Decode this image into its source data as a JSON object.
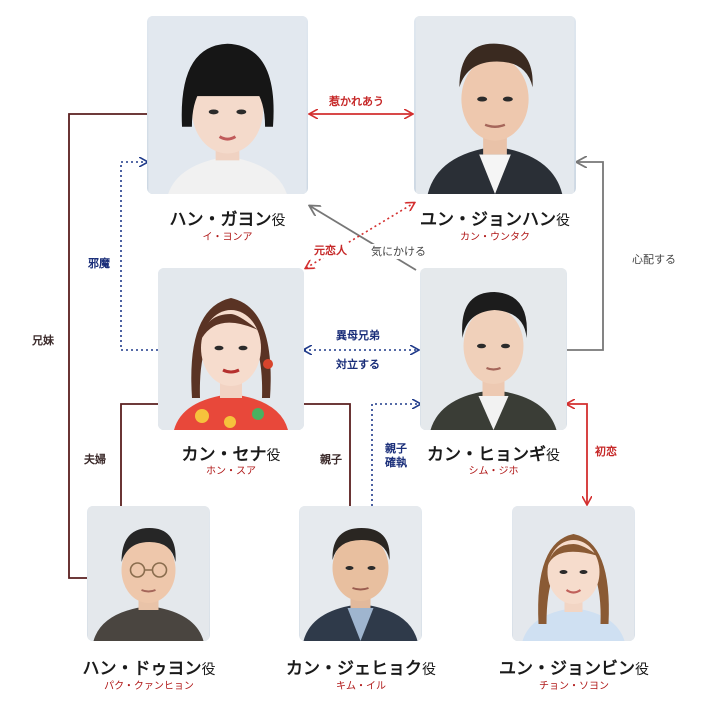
{
  "characters": [
    {
      "id": "gayon",
      "name": "ハン・ガヨン",
      "role": "役",
      "actor": "イ・ヨンア"
    },
    {
      "id": "jonghan",
      "name": "ユン・ジョンハン",
      "role": "役",
      "actor": "カン・ウンタク"
    },
    {
      "id": "sena",
      "name": "カン・セナ",
      "role": "役",
      "actor": "ホン・スア"
    },
    {
      "id": "hyongi",
      "name": "カン・ヒョンギ",
      "role": "役",
      "actor": "シム・ジホ"
    },
    {
      "id": "duyon",
      "name": "ハン・ドゥヨン",
      "role": "役",
      "actor": "パク・クァンヒョン"
    },
    {
      "id": "jehyok",
      "name": "カン・ジェヒョク",
      "role": "役",
      "actor": "キム・イル"
    },
    {
      "id": "jongbin",
      "name": "ユン・ジョンビン",
      "role": "役",
      "actor": "チョン・ソヨン"
    }
  ],
  "relations": {
    "attracted": "惹かれあう",
    "ex_lovers": "元恋人",
    "cares": "気にかける",
    "worries": "心配する",
    "obstacle": "邪魔",
    "half_brother": "異母兄弟",
    "conflict": "対立する",
    "siblings": "兄妹",
    "couple": "夫婦",
    "parent_child": "親子",
    "parent_child_feud": "親子確執",
    "first_love": "初恋"
  },
  "colors": {
    "family_line": "#5a1f1f",
    "love_line": "#d32f2f",
    "conflict_line": "#1f3a8a",
    "neutral_line": "#777777"
  }
}
